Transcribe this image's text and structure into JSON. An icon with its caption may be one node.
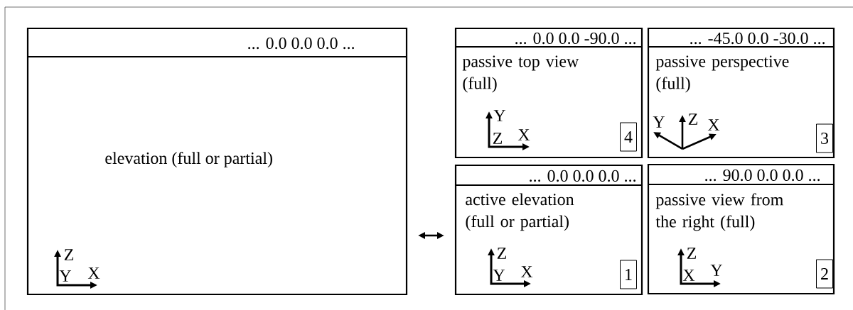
{
  "diagram": {
    "nodes": [
      {
        "text": [
          "... 0.0 0.0 0.0 ...",
          "elevation (full or partial)"
        ]
      },
      {
        "text": [
          "... 0.0 0.0 -90.0 ...",
          "passive top view (full)"
        ]
      },
      {
        "text": [
          "4"
        ],
        "in": 1
      },
      {
        "text": [
          "... -45.0 0.0 -30.0 ...",
          "passive perspective (full)"
        ]
      },
      {
        "text": [
          "3"
        ],
        "in": 3
      },
      {
        "text": [
          "... 0.0 0.0 0.0 ...",
          "active elevation (full or partial)"
        ]
      },
      {
        "text": [
          "1"
        ],
        "in": 5
      },
      {
        "text": [
          "... 90.0 0.0 0.0 ...",
          "passive view from the right (full)"
        ]
      },
      {
        "text": [
          "2"
        ],
        "in": 7
      }
    ],
    "edges": [
      {
        "from": 0,
        "to": 5,
        "arrow": "both"
      }
    ],
    "labels": [
      "Z",
      "Y",
      "X",
      "Y",
      "Z",
      "X",
      "Y",
      "Z",
      "X",
      "Z",
      "Y",
      "X",
      "Z",
      "X",
      "Y"
    ]
  }
}
